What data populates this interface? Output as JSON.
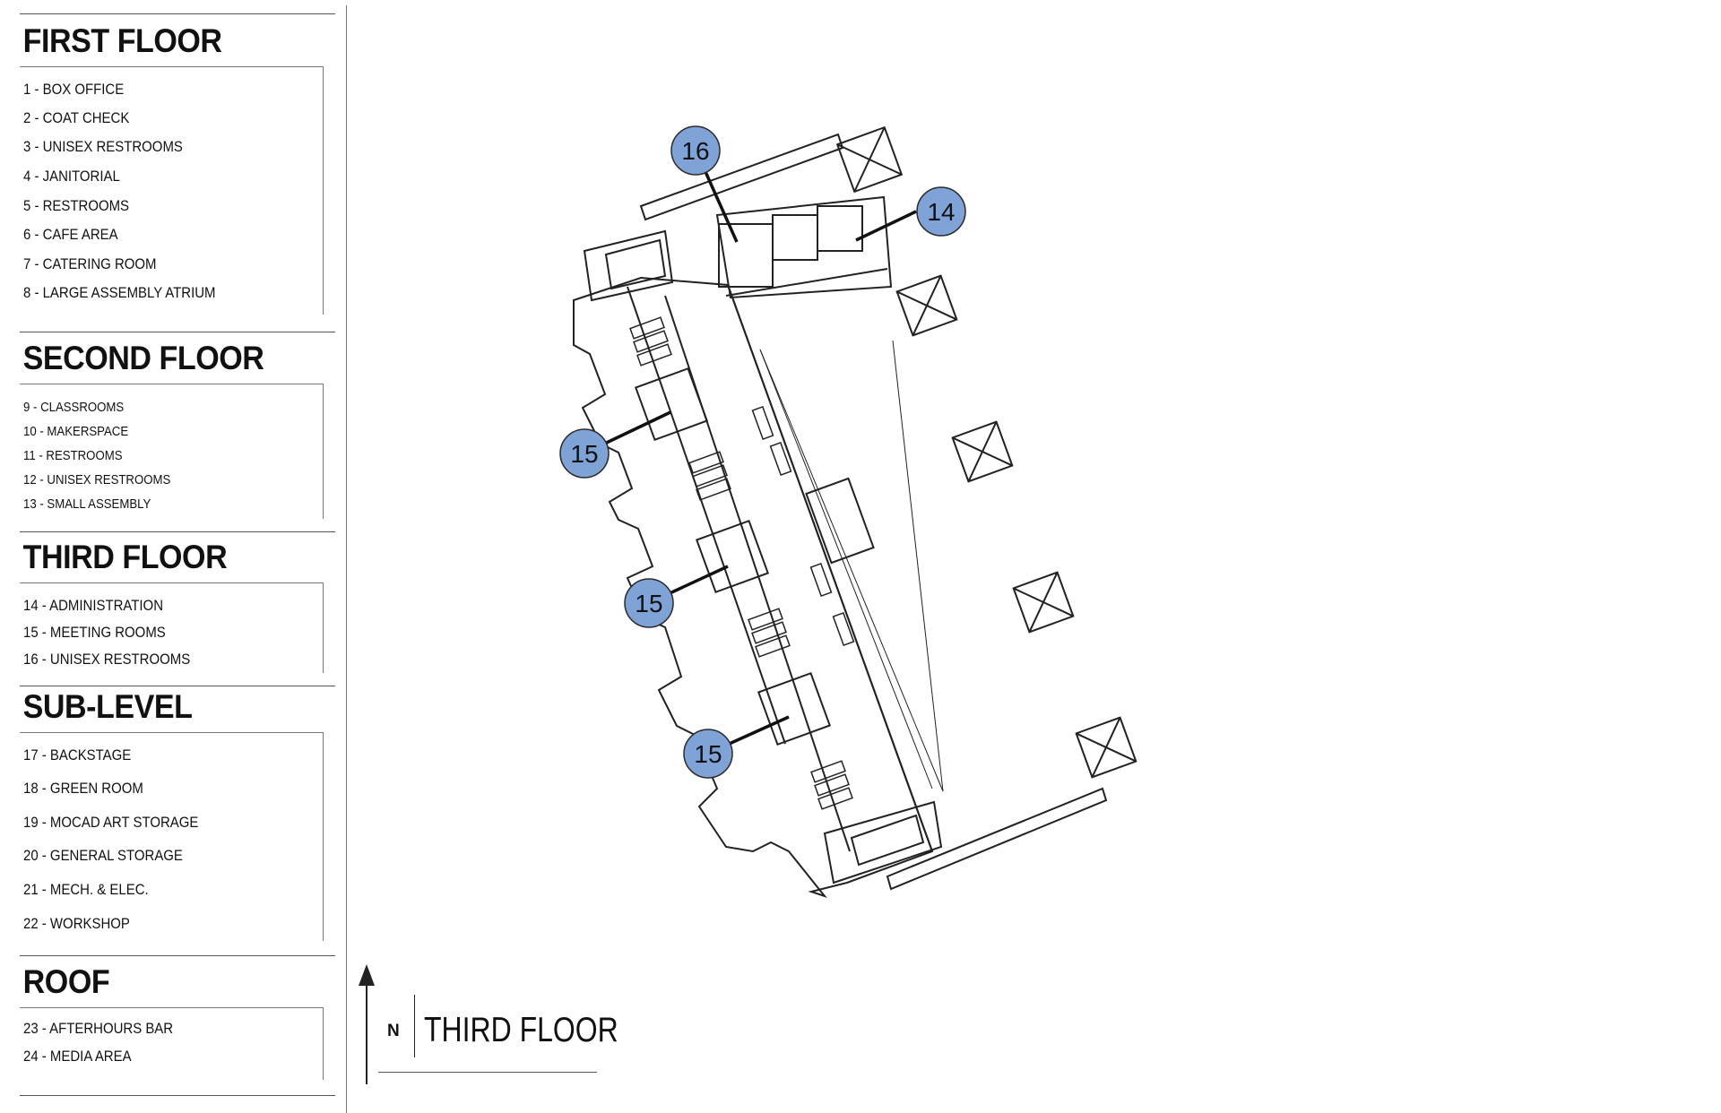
{
  "legend": {
    "sections": [
      {
        "title": "FIRST FLOOR",
        "items": [
          "1 -  BOX OFFICE",
          "2 - COAT CHECK",
          "3 - UNISEX RESTROOMS",
          "4 - JANITORIAL",
          "5 - RESTROOMS",
          "6 - CAFE AREA",
          "7 - CATERING ROOM",
          "8 - LARGE ASSEMBLY ATRIUM"
        ]
      },
      {
        "title": "SECOND FLOOR",
        "items": [
          "9 - CLASSROOMS",
          "10 - MAKERSPACE",
          "11 - RESTROOMS",
          "12 - UNISEX RESTROOMS",
          "13 - SMALL ASSEMBLY"
        ]
      },
      {
        "title": "THIRD FLOOR",
        "items": [
          "14 - ADMINISTRATION",
          "15 - MEETING ROOMS",
          "16 - UNISEX RESTROOMS"
        ]
      },
      {
        "title": "SUB-LEVEL",
        "items": [
          "17 - BACKSTAGE",
          "18 - GREEN ROOM",
          "19 - MOCAD ART STORAGE",
          "20 - GENERAL STORAGE",
          "21 - MECH. & ELEC.",
          "22 - WORKSHOP"
        ]
      },
      {
        "title": "ROOF",
        "items": [
          "23 - AFTERHOURS BAR",
          "24 - MEDIA AREA"
        ]
      }
    ]
  },
  "north_label": "N",
  "plan_title": "THIRD FLOOR",
  "tags": [
    {
      "label": "16"
    },
    {
      "label": "14"
    },
    {
      "label": "15"
    },
    {
      "label": "15"
    },
    {
      "label": "15"
    }
  ],
  "colors": {
    "tag_fill": "#7fa3d6",
    "line": "#222222"
  }
}
